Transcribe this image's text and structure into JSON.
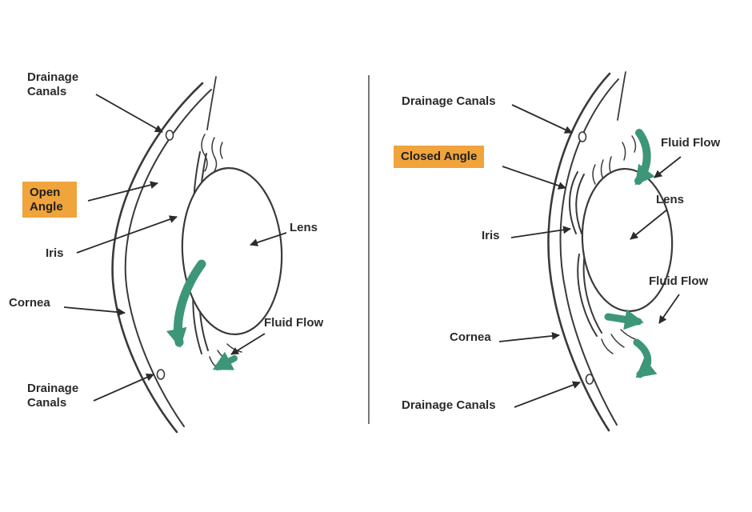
{
  "diagram": {
    "colors": {
      "highlight_box": "#F0A43C",
      "fluid_arrow": "#3E9679",
      "outline": "#3a3a3a",
      "text": "#2b2b2b"
    },
    "left_panel": {
      "angle_box": "Open Angle",
      "drainage_canals_top": "Drainage Canals",
      "iris": "Iris",
      "cornea": "Cornea",
      "drainage_canals_bottom": "Drainage Canals",
      "lens": "Lens",
      "fluid_flow": "Fluid Flow"
    },
    "right_panel": {
      "angle_box": "Closed Angle",
      "drainage_canals_top": "Drainage Canals",
      "fluid_flow_top": "Fluid Flow",
      "lens": "Lens",
      "iris": "Iris",
      "fluid_flow_mid": "Fluid Flow",
      "cornea": "Cornea",
      "drainage_canals_bottom": "Drainage Canals"
    }
  }
}
